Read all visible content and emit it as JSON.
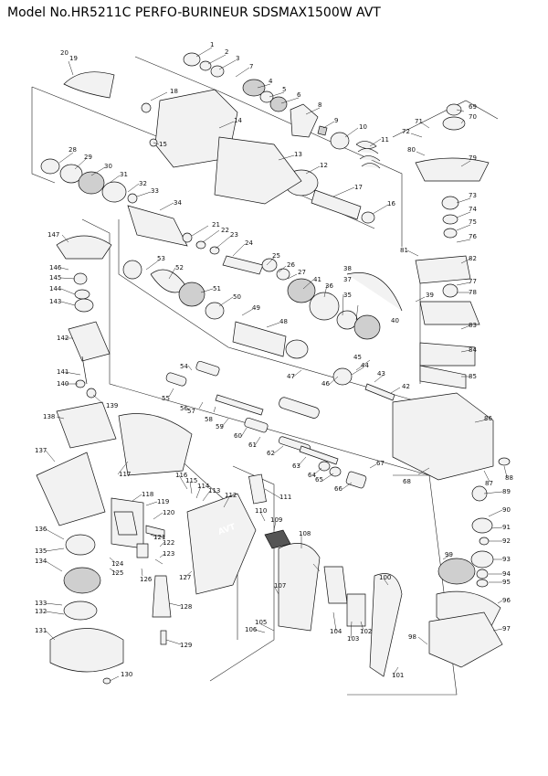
{
  "title": "Model No.HR5211C PERFO-BURINEUR SDSMAX1500W AVT",
  "diagram_label": "AVT",
  "parts": [
    "1",
    "2",
    "3",
    "4",
    "5",
    "6",
    "7",
    "8",
    "9",
    "10",
    "11",
    "12",
    "13",
    "14",
    "15",
    "16",
    "17",
    "18",
    "19",
    "20",
    "21",
    "22",
    "23",
    "24",
    "25",
    "26",
    "27",
    "28",
    "29",
    "30",
    "31",
    "32",
    "33",
    "34",
    "35",
    "36",
    "37",
    "38",
    "39",
    "40",
    "41",
    "42",
    "43",
    "44",
    "45",
    "46",
    "47",
    "48",
    "49",
    "50",
    "51",
    "52",
    "53",
    "54",
    "55",
    "56",
    "57",
    "58",
    "59",
    "60",
    "61",
    "62",
    "63",
    "64",
    "65",
    "66",
    "67",
    "68",
    "69",
    "70",
    "71",
    "72",
    "73",
    "74",
    "75",
    "76",
    "77",
    "78",
    "79",
    "80",
    "81",
    "82",
    "83",
    "84",
    "85",
    "86",
    "87",
    "88",
    "89",
    "90",
    "91",
    "92",
    "93",
    "94",
    "95",
    "96",
    "97",
    "98",
    "99",
    "100",
    "101",
    "102",
    "103",
    "104",
    "105",
    "106",
    "107",
    "108",
    "109",
    "110",
    "111",
    "112",
    "113",
    "114",
    "115",
    "116",
    "117",
    "118",
    "119",
    "120",
    "121",
    "122",
    "123",
    "124",
    "125",
    "126",
    "127",
    "128",
    "129",
    "130",
    "131",
    "132",
    "133",
    "134",
    "135",
    "136",
    "137",
    "138",
    "139",
    "140",
    "141",
    "142",
    "143",
    "144",
    "145",
    "146",
    "147"
  ]
}
